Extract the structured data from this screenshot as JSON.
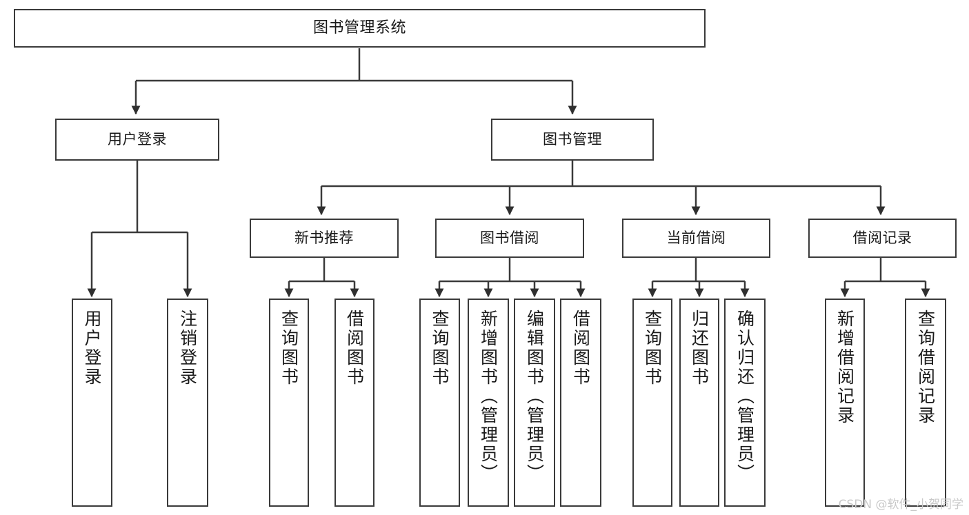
{
  "diagram": {
    "title": "图书管理系统",
    "type": "tree-hierarchy",
    "watermark": "CSDN @软件_小贺同学",
    "colors": {
      "stroke": "#3a3a3a",
      "fill": "#ffffff",
      "text": "#1a1a1a",
      "watermark": "#c9c9c9"
    },
    "levels": {
      "root": {
        "label": "图书管理系统"
      },
      "level2": [
        {
          "id": "user-login",
          "label": "用户登录"
        },
        {
          "id": "book-manage",
          "label": "图书管理"
        }
      ],
      "level3": [
        {
          "id": "new-book-rec",
          "label": "新书推荐",
          "parent": "book-manage"
        },
        {
          "id": "book-borrow",
          "label": "图书借阅",
          "parent": "book-manage"
        },
        {
          "id": "current-borrow",
          "label": "当前借阅",
          "parent": "book-manage"
        },
        {
          "id": "borrow-record",
          "label": "借阅记录",
          "parent": "book-manage"
        }
      ],
      "leaves": [
        {
          "id": "leaf-user-login",
          "label": "用户登录",
          "parent": "user-login"
        },
        {
          "id": "leaf-logout",
          "label": "注销登录",
          "parent": "user-login"
        },
        {
          "id": "leaf-query-book-1",
          "label": "查询图书",
          "parent": "new-book-rec"
        },
        {
          "id": "leaf-borrow-book-1",
          "label": "借阅图书",
          "parent": "new-book-rec"
        },
        {
          "id": "leaf-query-book-2",
          "label": "查询图书",
          "parent": "book-borrow"
        },
        {
          "id": "leaf-add-book",
          "label": "新增图书（管理员）",
          "parent": "book-borrow"
        },
        {
          "id": "leaf-edit-book",
          "label": "编辑图书（管理员）",
          "parent": "book-borrow"
        },
        {
          "id": "leaf-borrow-book-2",
          "label": "借阅图书",
          "parent": "book-borrow"
        },
        {
          "id": "leaf-query-book-3",
          "label": "查询图书",
          "parent": "current-borrow"
        },
        {
          "id": "leaf-return-book",
          "label": "归还图书",
          "parent": "current-borrow"
        },
        {
          "id": "leaf-confirm-return",
          "label": "确认归还（管理员）",
          "parent": "current-borrow"
        },
        {
          "id": "leaf-add-record",
          "label": "新增借阅记录",
          "parent": "borrow-record"
        },
        {
          "id": "leaf-query-record",
          "label": "查询借阅记录",
          "parent": "borrow-record"
        }
      ]
    }
  }
}
